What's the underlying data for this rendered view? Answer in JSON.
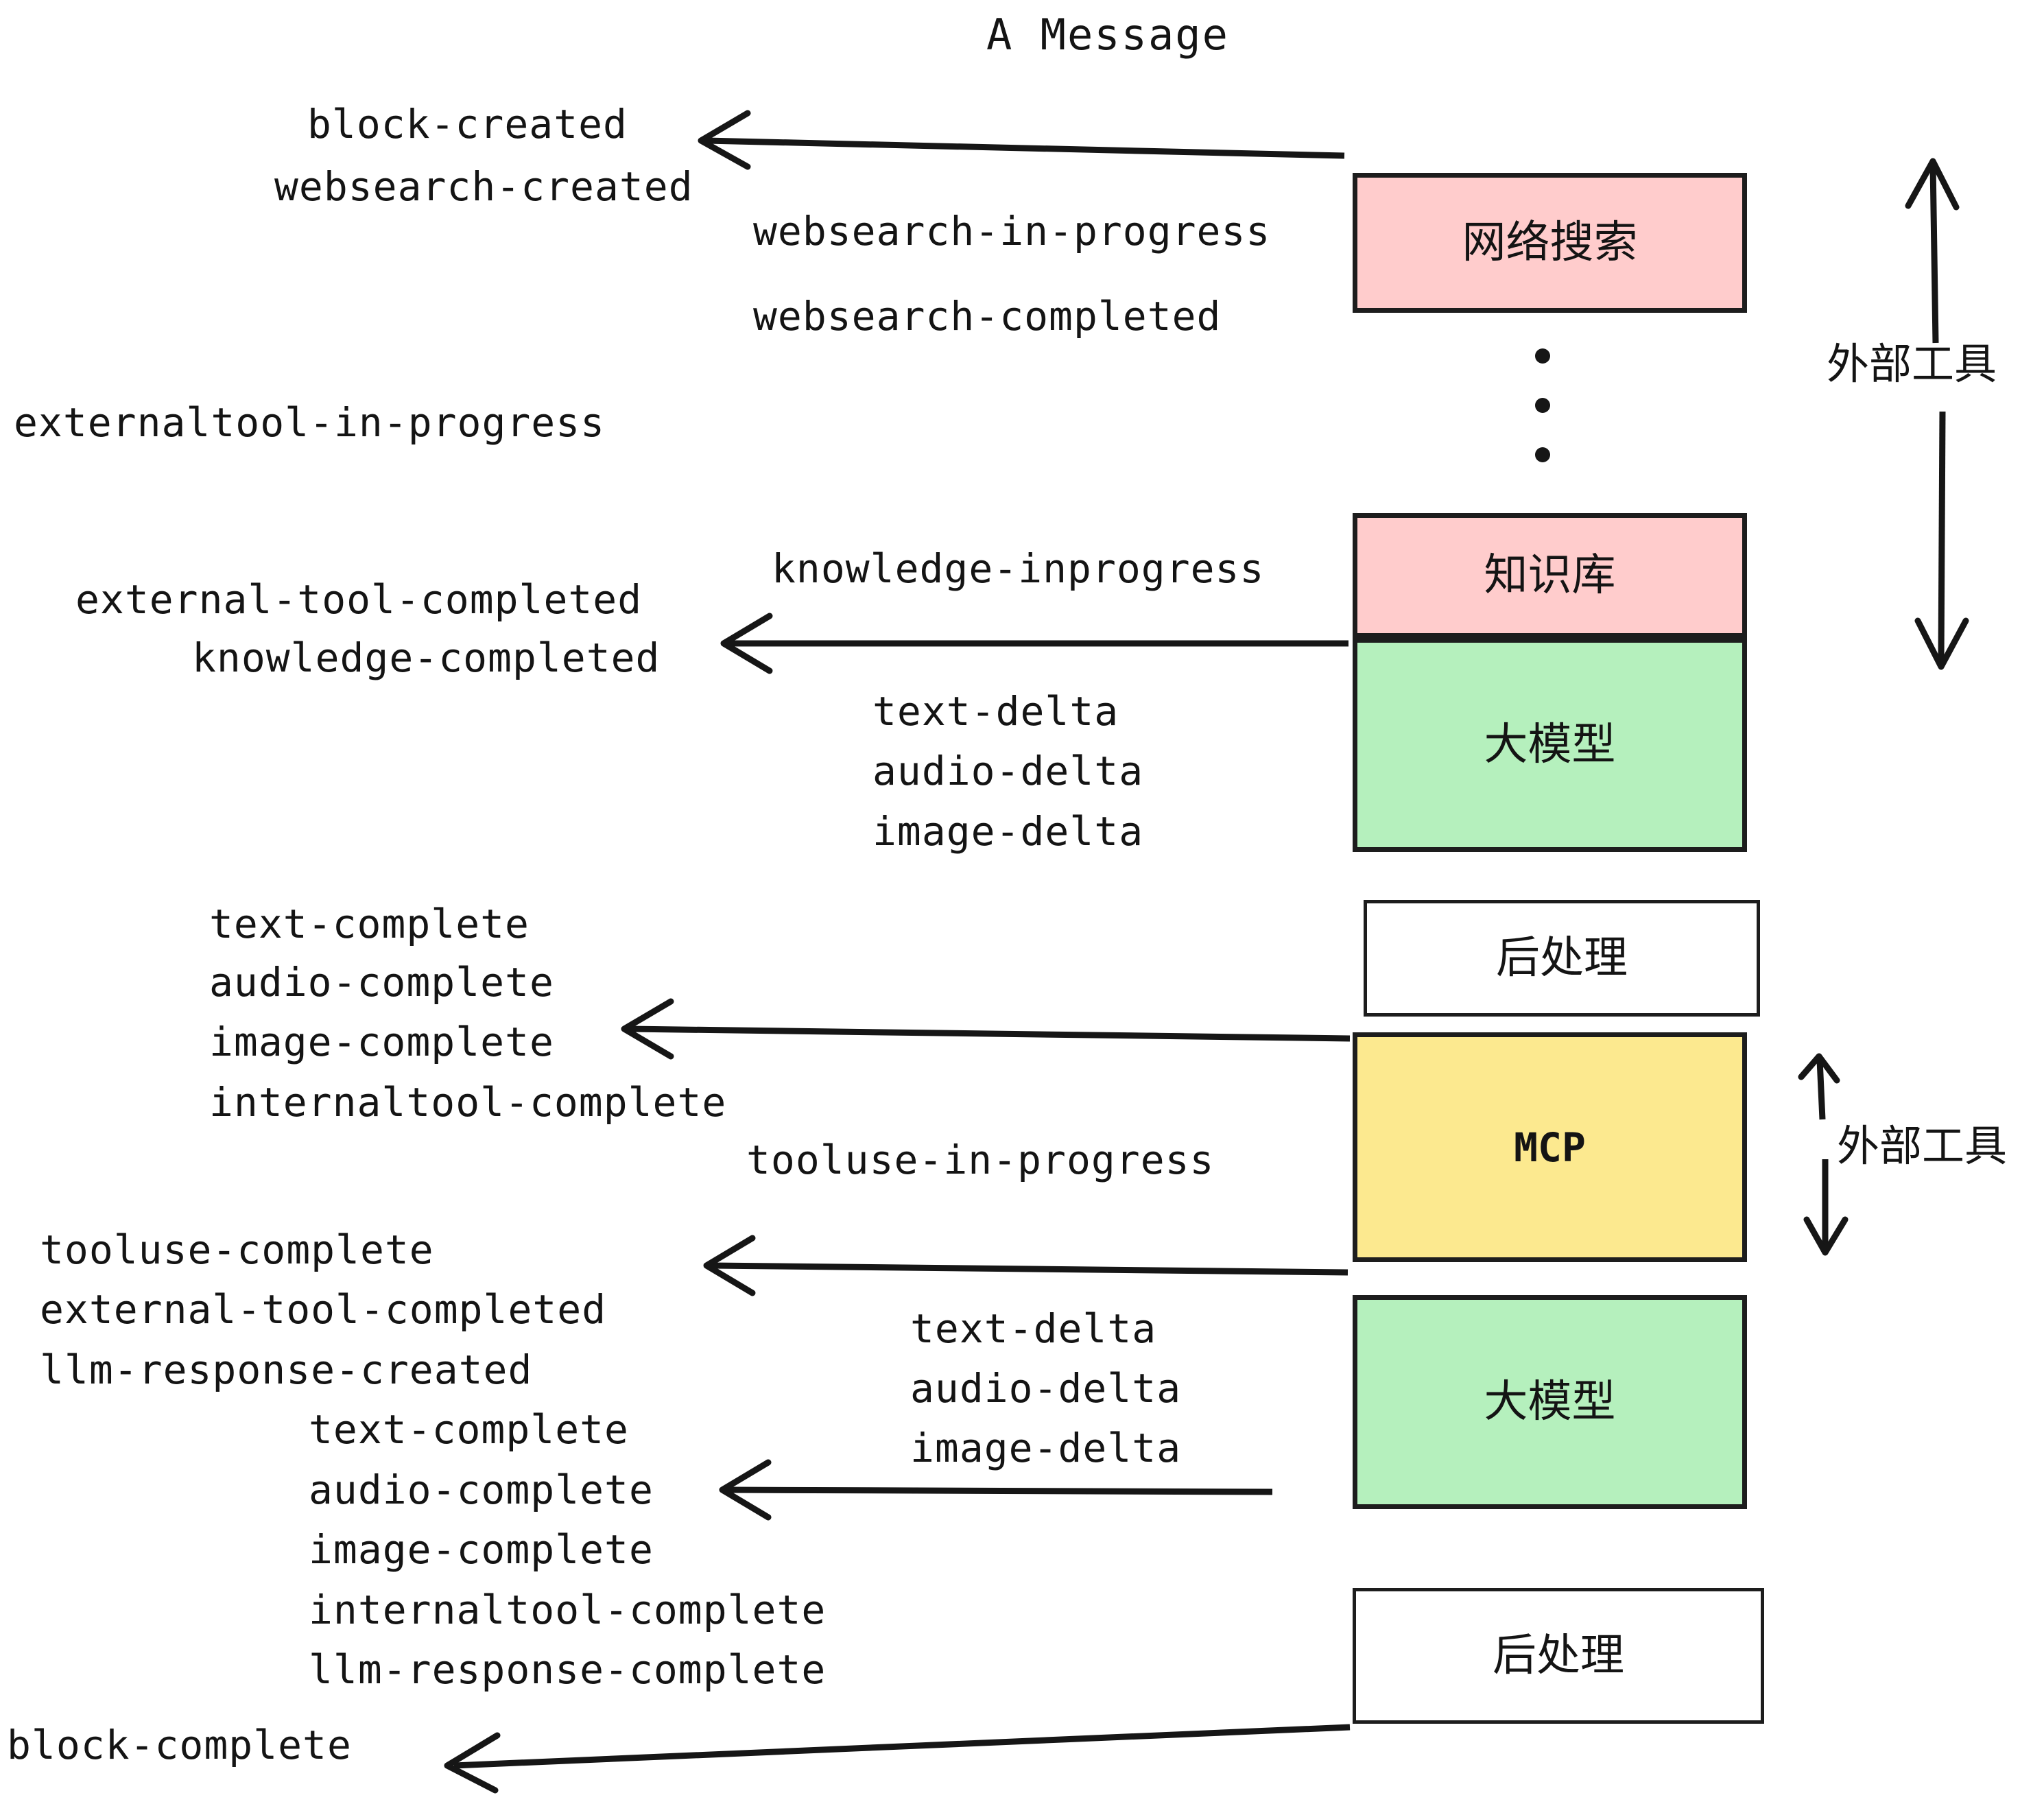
{
  "diagram": {
    "title": "A Message",
    "colors": {
      "pink": "#FFCCCC",
      "green": "#B5F0BD",
      "yellow": "#FCE98F",
      "white": "#FFFFFF",
      "stroke": "#1D1D1D",
      "text": "#141414"
    },
    "nodes": [
      {
        "id": "websearch",
        "label": "网络搜索",
        "fill": "#FFCCCC",
        "script": "cjk"
      },
      {
        "id": "knowledge",
        "label": "知识库",
        "fill": "#FFCCCC",
        "script": "cjk"
      },
      {
        "id": "llm1",
        "label": "大模型",
        "fill": "#B5F0BD",
        "script": "cjk"
      },
      {
        "id": "post1",
        "label": "后处理",
        "fill": "#FFFFFF",
        "script": "cjk"
      },
      {
        "id": "mcp",
        "label": "MCP",
        "fill": "#FCE98F",
        "script": "latin"
      },
      {
        "id": "llm2",
        "label": "大模型",
        "fill": "#B5F0BD",
        "script": "cjk"
      },
      {
        "id": "post2",
        "label": "后处理",
        "fill": "#FFFFFF",
        "script": "cjk"
      }
    ],
    "side_labels": [
      {
        "id": "external-tools-top",
        "label": "外部工具"
      },
      {
        "id": "external-tools-bottom",
        "label": "外部工具"
      }
    ],
    "events": [
      {
        "id": "block-created",
        "text": "block-created"
      },
      {
        "id": "websearch-created",
        "text": "websearch-created"
      },
      {
        "id": "websearch-in-progress",
        "text": "websearch-in-progress"
      },
      {
        "id": "websearch-completed",
        "text": "websearch-completed"
      },
      {
        "id": "externaltool-in-progress",
        "text": "externaltool-in-progress"
      },
      {
        "id": "knowledge-inprogress",
        "text": "knowledge-inprogress"
      },
      {
        "id": "external-tool-completed-1",
        "text": "external-tool-completed"
      },
      {
        "id": "knowledge-completed",
        "text": "knowledge-completed"
      },
      {
        "id": "text-delta-1",
        "text": "text-delta"
      },
      {
        "id": "audio-delta-1",
        "text": "audio-delta"
      },
      {
        "id": "image-delta-1",
        "text": "image-delta"
      },
      {
        "id": "text-complete-1",
        "text": "text-complete"
      },
      {
        "id": "audio-complete-1",
        "text": "audio-complete"
      },
      {
        "id": "image-complete-1",
        "text": "image-complete"
      },
      {
        "id": "internaltool-complete-1",
        "text": "internaltool-complete"
      },
      {
        "id": "tooluse-in-progress",
        "text": "tooluse-in-progress"
      },
      {
        "id": "tooluse-complete",
        "text": "tooluse-complete"
      },
      {
        "id": "external-tool-completed-2",
        "text": "external-tool-completed"
      },
      {
        "id": "llm-response-created",
        "text": "llm-response-created"
      },
      {
        "id": "text-delta-2",
        "text": "text-delta"
      },
      {
        "id": "audio-delta-2",
        "text": "audio-delta"
      },
      {
        "id": "image-delta-2",
        "text": "image-delta"
      },
      {
        "id": "text-complete-2",
        "text": "text-complete"
      },
      {
        "id": "audio-complete-2",
        "text": "audio-complete"
      },
      {
        "id": "image-complete-2",
        "text": "image-complete"
      },
      {
        "id": "internaltool-complete-2",
        "text": "internaltool-complete"
      },
      {
        "id": "llm-response-complete",
        "text": "llm-response-complete"
      },
      {
        "id": "block-complete",
        "text": "block-complete"
      }
    ]
  }
}
